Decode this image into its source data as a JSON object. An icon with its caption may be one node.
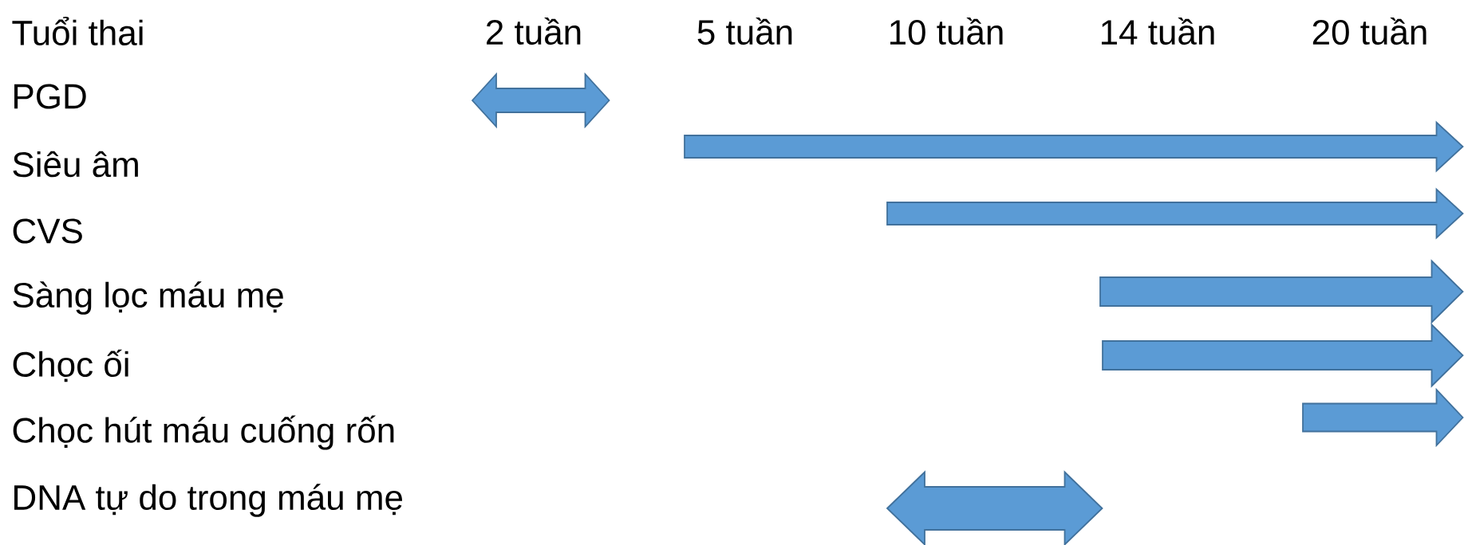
{
  "diagram": {
    "labels": [
      "Tuổi thai",
      "2 tuần",
      "5 tuần",
      "10 tuần",
      "14 tuần",
      "20 tuần",
      "PGD",
      "Siêu âm",
      "CVS",
      "Sàng lọc máu mẹ",
      "Chọc ối",
      "Chọc hút máu cuống rốn",
      "DNA tự do trong máu mẹ"
    ]
  }
}
